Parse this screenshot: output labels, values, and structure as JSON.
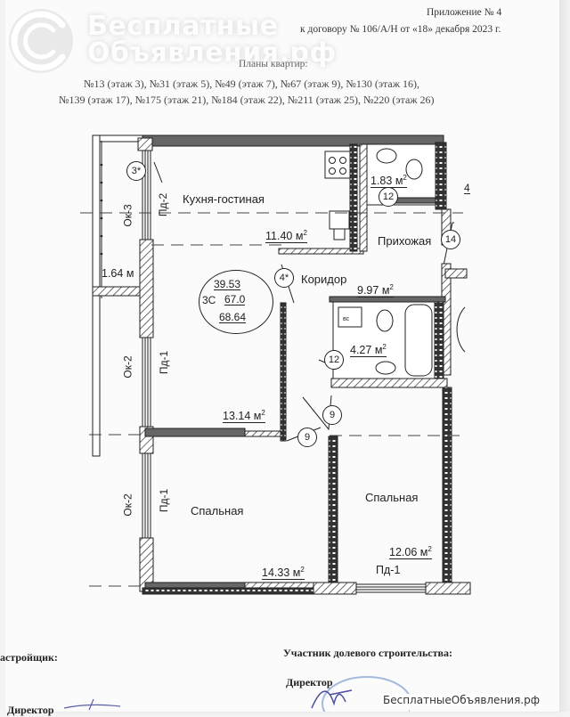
{
  "header": {
    "appendix": "Приложение № 4",
    "contract": "к договору № 106/А/Н от «18» декабря 2023 г.",
    "title": "Планы квартир:",
    "apartments_line1": "№13 (этаж 3), №31 (этаж 5), №49 (этаж 7), №67 (этаж 9), №130 (этаж 16),",
    "apartments_line2": "№139 (этаж 17), №175 (этаж 21), №184 (этаж 22), №211 (этаж 25), №220 (этаж 26)"
  },
  "watermark": {
    "line1": "Бесплатные",
    "line2": "Объявления.рф",
    "bottom": "БесплатныеОбъявления.рф",
    "logo_icon": "swirl-logo-icon"
  },
  "plan": {
    "rooms": [
      {
        "name": "Кухня-гостиная",
        "area": "11.40",
        "unit": "м",
        "sup": "2"
      },
      {
        "name": "Прихожая",
        "area": "",
        "unit": "",
        "sup": ""
      },
      {
        "name": "Коридор",
        "area": "9.97",
        "unit": "м",
        "sup": "2"
      },
      {
        "name": "Спальная",
        "area": "14.33",
        "unit": "м",
        "sup": "2"
      },
      {
        "name": "Спальная",
        "area": "12.06",
        "unit": "м",
        "sup": "2"
      }
    ],
    "living_room_area": {
      "area": "13.14",
      "unit": "м",
      "sup": "2"
    },
    "wc_area": {
      "area": "1.83",
      "unit": "м",
      "sup": "2"
    },
    "bathroom_area": {
      "area": "4.27",
      "unit": "м",
      "sup": "2"
    },
    "balcony_area": {
      "area": "1.64",
      "unit": "м"
    },
    "summary": {
      "living": "39.53",
      "type": "3С",
      "total": "67.0",
      "total_with_balcony": "68.64"
    },
    "window_labels": {
      "ok3": "Ок-3",
      "ok2_top": "Ок-2",
      "ok2_bottom": "Ок-2"
    },
    "door_labels": {
      "pd2": "Пд-2",
      "pd1_top": "Пд-1",
      "pd1_left": "Пд-1",
      "pd1_bottom": "Пд-1"
    },
    "door_tags": {
      "t3": "3*",
      "t4": "4*",
      "t12a": "12",
      "t12b": "12",
      "t14": "14",
      "t9a": "9",
      "t9b": "9"
    },
    "wm_label": "вс",
    "axis_mark": "4"
  },
  "signatures": {
    "developer": "астройщик:",
    "participant": "Участник долевого строительства:",
    "director_left": "Директор",
    "director_right": "Директор"
  }
}
